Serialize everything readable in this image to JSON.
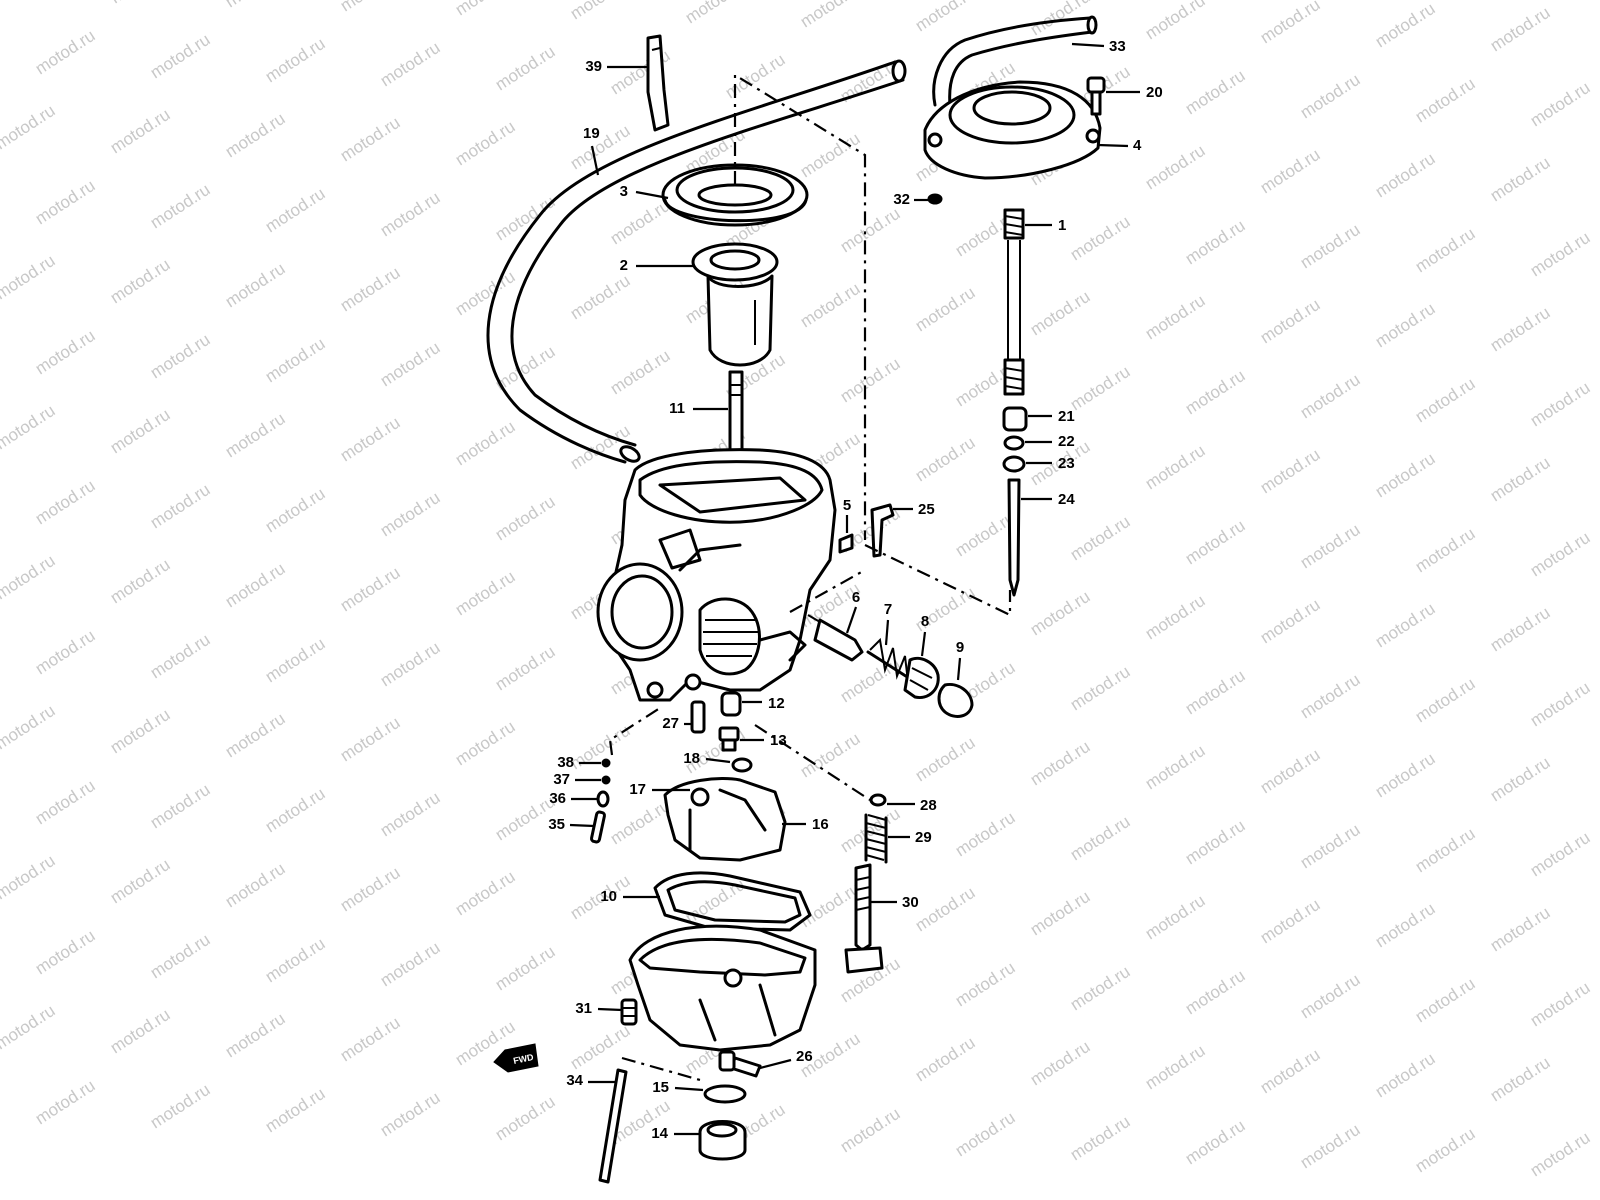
{
  "watermark": "motod.ru",
  "front_marker": "FWD",
  "callouts": [
    {
      "label": "1"
    },
    {
      "label": "2"
    },
    {
      "label": "3"
    },
    {
      "label": "4"
    },
    {
      "label": "5"
    },
    {
      "label": "6"
    },
    {
      "label": "7"
    },
    {
      "label": "8"
    },
    {
      "label": "9"
    },
    {
      "label": "10"
    },
    {
      "label": "11"
    },
    {
      "label": "12"
    },
    {
      "label": "13"
    },
    {
      "label": "14"
    },
    {
      "label": "15"
    },
    {
      "label": "16"
    },
    {
      "label": "17"
    },
    {
      "label": "18"
    },
    {
      "label": "19"
    },
    {
      "label": "20"
    },
    {
      "label": "21"
    },
    {
      "label": "22"
    },
    {
      "label": "23"
    },
    {
      "label": "24"
    },
    {
      "label": "25"
    },
    {
      "label": "26"
    },
    {
      "label": "27"
    },
    {
      "label": "28"
    },
    {
      "label": "29"
    },
    {
      "label": "30"
    },
    {
      "label": "31"
    },
    {
      "label": "32"
    },
    {
      "label": "33"
    },
    {
      "label": "34"
    },
    {
      "label": "35"
    },
    {
      "label": "36"
    },
    {
      "label": "37"
    },
    {
      "label": "38"
    },
    {
      "label": "39"
    }
  ]
}
